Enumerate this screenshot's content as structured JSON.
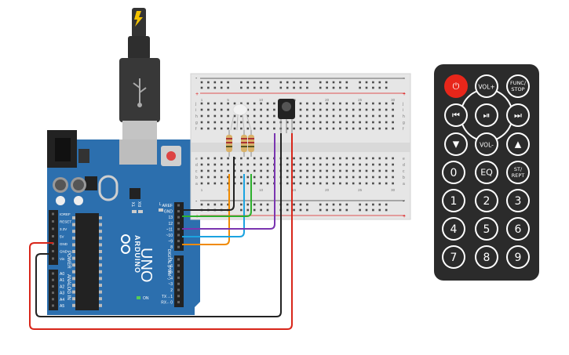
{
  "arduino": {
    "brand": "ARDUINO",
    "model": "UNO",
    "on_label": "ON",
    "l_label": "L",
    "tx_label": "TX",
    "rx_label": "RX",
    "reset_label": "RESET",
    "header_digital": [
      "AREF",
      "GND",
      "13",
      "12",
      "~11",
      "~10",
      "~9",
      "8"
    ],
    "header_digital2": [
      "7",
      "~6",
      "~5",
      "4",
      "~3",
      "2",
      "TX→1",
      "RX←0"
    ],
    "digital_title": "DIGITAL (PWM~)",
    "power_pins": [
      "IOREF",
      "RESET",
      "3.3V",
      "5V",
      "GND",
      "GND",
      "Vin"
    ],
    "power_title": "POWER",
    "analog_pins": [
      "A0",
      "A1",
      "A2",
      "A3",
      "A4",
      "A5"
    ],
    "analog_title": "ANALOG IN"
  },
  "breadboard": {
    "cols_top": [
      "1",
      "5",
      "10",
      "15",
      "20",
      "25",
      "30"
    ],
    "rows_top": [
      "j",
      "i",
      "h",
      "g",
      "f"
    ],
    "rows_bottom": [
      "e",
      "d",
      "c",
      "b",
      "a"
    ]
  },
  "remote": {
    "buttons": [
      {
        "id": "power",
        "label": "⏻"
      },
      {
        "id": "vol_up",
        "label": "VOL+"
      },
      {
        "id": "func_stop",
        "label": "FUNC/\nSTOP"
      },
      {
        "id": "prev",
        "label": "⏮"
      },
      {
        "id": "play_pause",
        "label": "⏯"
      },
      {
        "id": "next",
        "label": "⏭"
      },
      {
        "id": "down",
        "label": "▼"
      },
      {
        "id": "vol_down",
        "label": "VOL-"
      },
      {
        "id": "up",
        "label": "▲"
      },
      {
        "id": "zero",
        "label": "0"
      },
      {
        "id": "eq",
        "label": "EQ"
      },
      {
        "id": "st_rept",
        "label": "ST/\nREPT"
      },
      {
        "id": "one",
        "label": "1"
      },
      {
        "id": "two",
        "label": "2"
      },
      {
        "id": "three",
        "label": "3"
      },
      {
        "id": "four",
        "label": "4"
      },
      {
        "id": "five",
        "label": "5"
      },
      {
        "id": "six",
        "label": "6"
      },
      {
        "id": "seven",
        "label": "7"
      },
      {
        "id": "eight",
        "label": "8"
      },
      {
        "id": "nine",
        "label": "9"
      }
    ]
  },
  "colors": {
    "board": "#2c6fae",
    "remote": "#2b2b2b",
    "power_btn": "#e8261a",
    "wire_orange": "#f08a00",
    "wire_blue": "#1ba3e0",
    "wire_green": "#2db02d",
    "wire_purple": "#7a35b0",
    "wire_black": "#222222",
    "wire_red": "#d8261a"
  }
}
